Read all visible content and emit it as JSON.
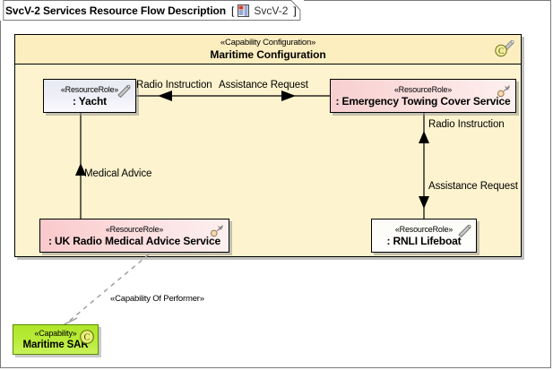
{
  "diagram": {
    "title": "SvcV-2 Services Resource Flow Description",
    "bracket_open": "[",
    "bracket_close": "]",
    "reference": "SvcV-2",
    "title_icon": "diagram-document-icon"
  },
  "capability_configuration": {
    "stereotype": "«Capability Configuration»",
    "name": "Maritime Configuration",
    "icons": [
      "capability-circle-c-icon",
      "wrench-icon"
    ]
  },
  "nodes": [
    {
      "id": "yacht",
      "stereotype": "«ResourceRole»",
      "name": ": Yacht",
      "icon": "wrench-icon",
      "color": "#e8eaf4"
    },
    {
      "id": "emergency_towing_cover_service",
      "stereotype": "«ResourceRole»",
      "name": ": Emergency Towing Cover Service",
      "icon": "service-node-icon",
      "color": "#f8cfd0"
    },
    {
      "id": "uk_radio_medical_advice_service",
      "stereotype": "«ResourceRole»",
      "name": ": UK Radio Medical Advice Service",
      "icon": "service-node-icon",
      "color": "#fac9cb"
    },
    {
      "id": "rnli_lifeboat",
      "stereotype": "«ResourceRole»",
      "name": ": RNLI Lifeboat",
      "icon": "wrench-icon",
      "color": "#fcfbf8"
    },
    {
      "id": "maritime_sar",
      "stereotype": "«Capability»",
      "name": "Maritime SAR",
      "icon": "capability-circle-c-icon",
      "color": "#aee62a"
    }
  ],
  "connectors": [
    {
      "id": "radio-instruction-top",
      "label": "Radio Instruction",
      "from": "emergency_towing_cover_service",
      "to": "yacht",
      "style": "solid",
      "arrow": "filled-left"
    },
    {
      "id": "assistance-request-top",
      "label": "Assistance Request",
      "from": "yacht",
      "to": "emergency_towing_cover_service",
      "style": "solid",
      "arrow": "filled-right"
    },
    {
      "id": "medical-advice",
      "label": "Medical Advice",
      "from": "uk_radio_medical_advice_service",
      "to": "yacht",
      "style": "solid",
      "arrow": "filled-up"
    },
    {
      "id": "radio-instruction-right",
      "label": "Radio Instruction",
      "from": "rnli_lifeboat",
      "to": "emergency_towing_cover_service",
      "style": "solid",
      "arrow": "filled-up"
    },
    {
      "id": "assistance-request-right",
      "label": "Assistance Request",
      "from": "emergency_towing_cover_service",
      "to": "rnli_lifeboat",
      "style": "solid",
      "arrow": "filled-down"
    },
    {
      "id": "capability-of-performer",
      "label": "«Capability Of Performer»",
      "from": "uk_radio_medical_advice_service",
      "to": "maritime_sar",
      "style": "dashed",
      "arrow": "open-line"
    }
  ]
}
